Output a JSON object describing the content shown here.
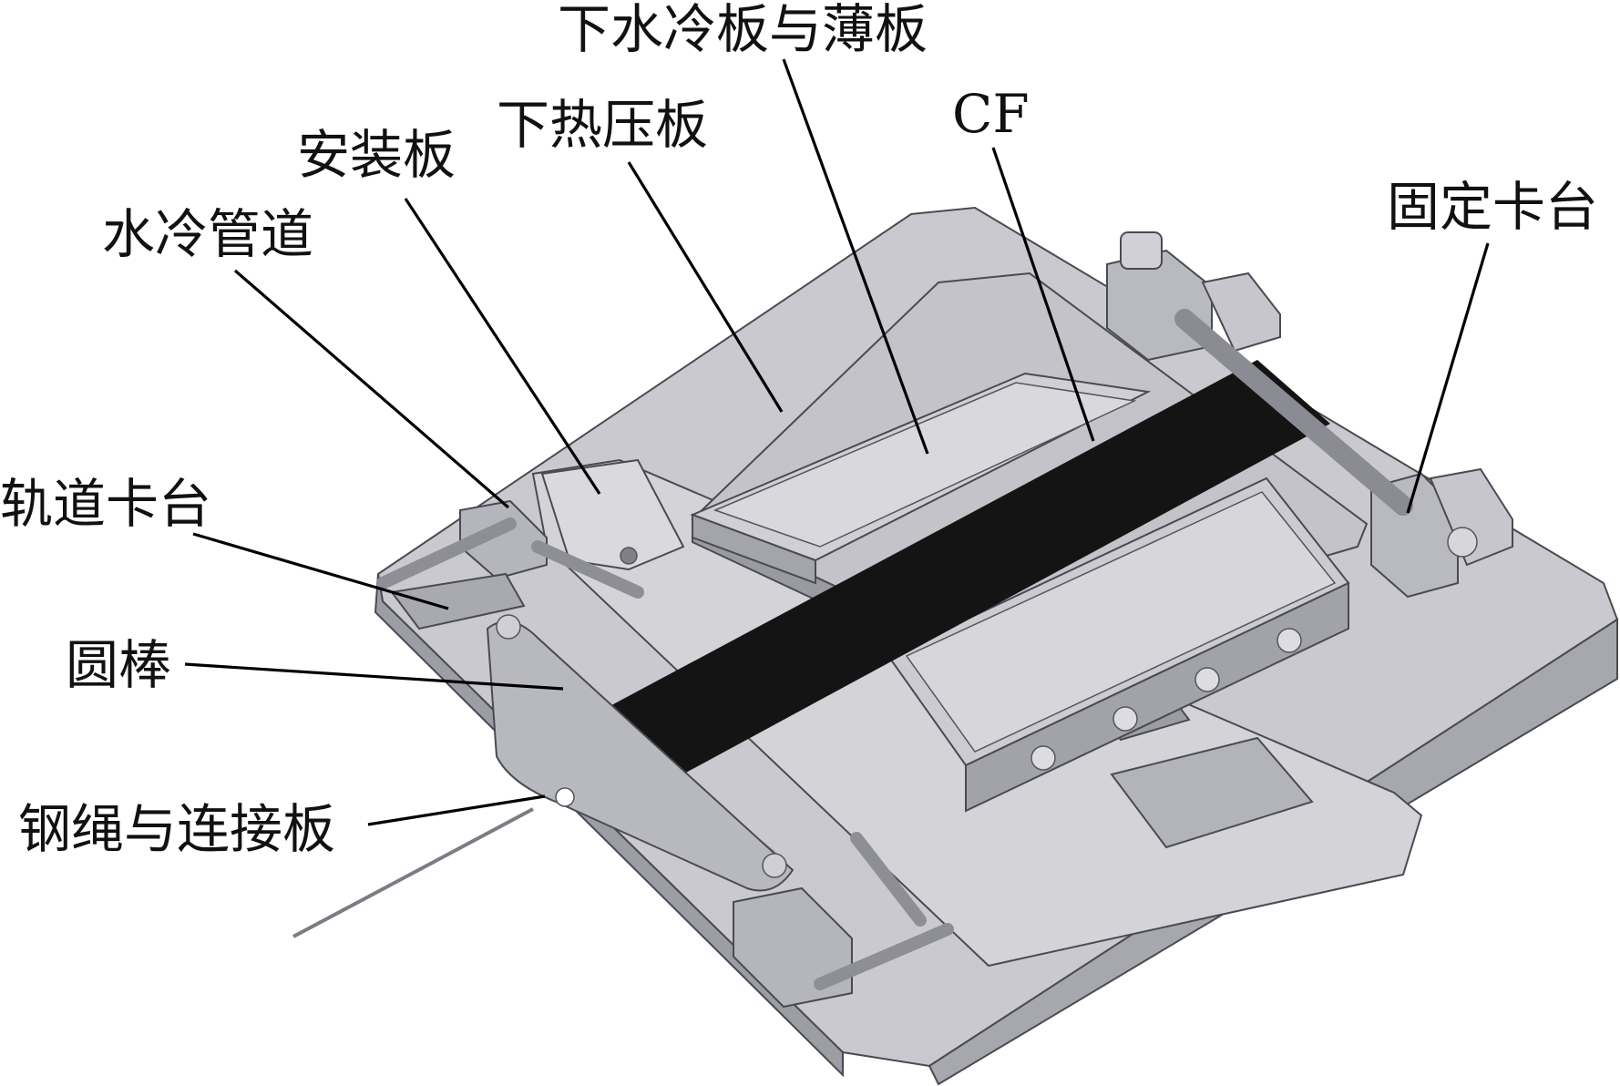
{
  "labels": {
    "lower_cooling_and_sheet": "下水冷板与薄板",
    "lower_hot_press": "下热压板",
    "cf": "CF",
    "mounting_plate": "安装板",
    "cooling_pipe": "水冷管道",
    "fixed_clamp": "固定卡台",
    "rail_clamp": "轨道卡台",
    "round_bar": "圆棒",
    "rope_and_link_plate": "钢绳与连接板"
  },
  "colors": {
    "plate_top": "#c9c9cf",
    "plate_side": "#a7a7ae",
    "plate_dark": "#8e8e96",
    "cf_strip": "#141414",
    "leader": "#000000",
    "label_text": "#111111"
  }
}
